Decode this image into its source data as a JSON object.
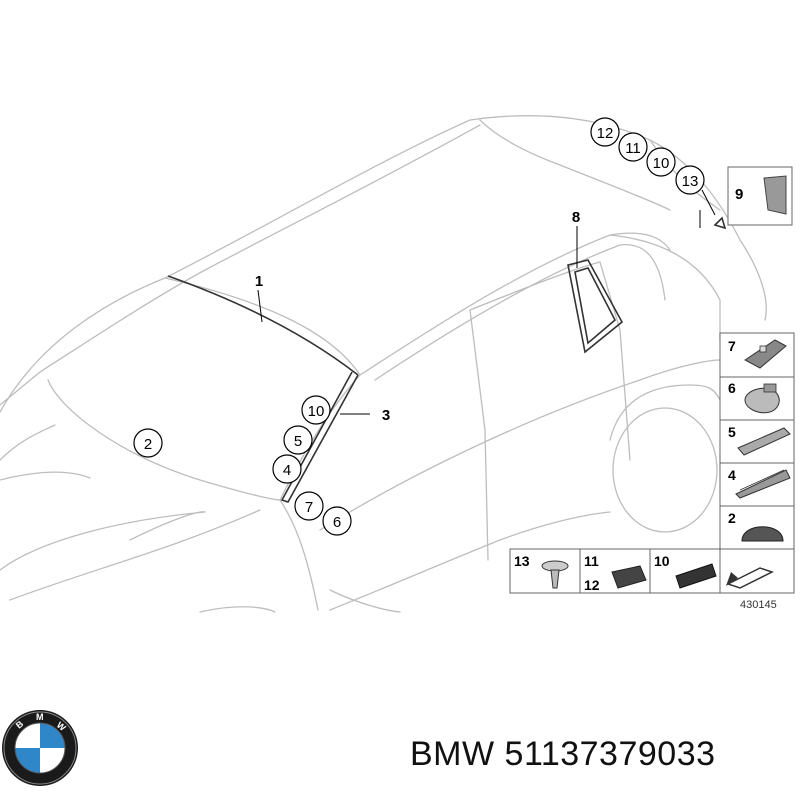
{
  "diagram": {
    "callouts": {
      "c1": "1",
      "c2": "2",
      "c3": "3",
      "c4": "4",
      "c5": "5",
      "c6": "6",
      "c7": "7",
      "c8": "8",
      "c9": "9",
      "c10a": "10",
      "c10b": "10",
      "c11": "11",
      "c12": "12",
      "c13": "13"
    },
    "legend_right": [
      "7",
      "6",
      "5",
      "4",
      "2"
    ],
    "legend_bottom": {
      "cell13": "13",
      "cell11": "11",
      "cell12": "12",
      "cell10": "10"
    },
    "ref_number": "430145"
  },
  "brand": {
    "logo_letters": "BMW",
    "caption": "BMW 51137379033"
  },
  "colors": {
    "outline": "#bdbdbd",
    "part": "#333333",
    "logo_blue": "#2f86c9"
  }
}
